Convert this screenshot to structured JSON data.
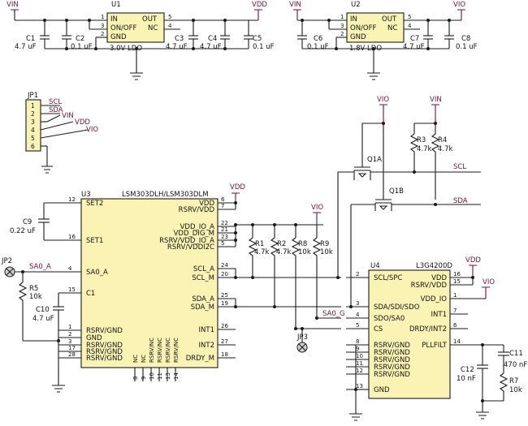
{
  "u1": {
    "ref": "U1",
    "pin_in": "IN",
    "pin_onoff": "ON/OFF",
    "pin_gnd": "GND",
    "pin_out": "OUT",
    "pin_nc": "NC",
    "n1": "1",
    "n2": "2",
    "n3": "3",
    "n5": "5",
    "n4": "4",
    "value": "3.0V LDO",
    "vin": "VIN",
    "vout": "VDD"
  },
  "u2": {
    "ref": "U2",
    "pin_in": "IN",
    "pin_onoff": "ON/OFF",
    "pin_gnd": "GND",
    "pin_out": "OUT",
    "pin_nc": "NC",
    "n1": "1",
    "n2": "2",
    "n3": "3",
    "n5": "5",
    "n4": "4",
    "value": "1.8V LDO",
    "vin": "VIN",
    "vout": "VIO"
  },
  "caps_top": [
    {
      "ref": "C1",
      "val": "4.7 uF"
    },
    {
      "ref": "C2",
      "val": "0.1 uF"
    },
    {
      "ref": "C3",
      "val": "4.7 uF"
    },
    {
      "ref": "C4",
      "val": "4.7 uF"
    },
    {
      "ref": "C5",
      "val": "0.1 uF"
    },
    {
      "ref": "C6",
      "val": "0.1 uF"
    },
    {
      "ref": "C7",
      "val": "4.7 uF"
    },
    {
      "ref": "C8",
      "val": "0.1 uF"
    }
  ],
  "jp1": {
    "ref": "JP1",
    "pins": [
      "1",
      "2",
      "3",
      "4",
      "5",
      "6"
    ],
    "nets": [
      "SCL",
      "SDA",
      "VIN",
      "VDD",
      "VIO"
    ]
  },
  "u3": {
    "ref": "U3",
    "part": "LSM303DLH/LSM303DLM",
    "left": [
      {
        "num": "12",
        "label": "SET2"
      },
      {
        "num": "16",
        "label": "SET1"
      },
      {
        "num": "4",
        "label": "SA0_A"
      },
      {
        "num": "15",
        "label": "C1"
      },
      {
        "num": "1",
        "label": "RSRV/GND"
      },
      {
        "num": "2",
        "label": "GND"
      },
      {
        "num": "3",
        "label": "RSRV/GND"
      },
      {
        "num": "17",
        "label": "RSRV/GND"
      },
      {
        "num": "28",
        "label": "RSRV/GND"
      }
    ],
    "right": [
      {
        "num": "6",
        "label": "VDD"
      },
      {
        "num": "7",
        "label": "RSRV/VDD"
      },
      {
        "num": "22",
        "label": "VDD_IO_A"
      },
      {
        "num": "21",
        "label": "VDD_DIG_M"
      },
      {
        "num": "23",
        "label": "RSRV/VDD_IO_A"
      },
      {
        "num": "5",
        "label": "RSRV/VDDI2C"
      },
      {
        "num": "24",
        "label": "SCL_A"
      },
      {
        "num": "20",
        "label": "SCL_M"
      },
      {
        "num": "25",
        "label": "SDA_A"
      },
      {
        "num": "19",
        "label": "SDA_M"
      },
      {
        "num": "26",
        "label": "INT1"
      },
      {
        "num": "27",
        "label": "INT2"
      },
      {
        "num": "18",
        "label": "DRDY_M"
      }
    ],
    "bottom": [
      {
        "num": "8",
        "label": "NC"
      },
      {
        "num": "9",
        "label": "NC"
      },
      {
        "num": "10",
        "label": "RSRV/NC"
      },
      {
        "num": "11",
        "label": "RSRV/NC"
      },
      {
        "num": "13",
        "label": "RSRV/NC"
      },
      {
        "num": "14",
        "label": "RSRV/NC"
      }
    ]
  },
  "u4": {
    "ref": "U4",
    "part": "L3G4200D",
    "left": [
      {
        "num": "2",
        "label": "SCL/SPC"
      },
      {
        "num": "3",
        "label": "SDA/SDI/SDO"
      },
      {
        "num": "4",
        "label": "SDO/SA0"
      },
      {
        "num": "5",
        "label": "CS"
      },
      {
        "num": "8",
        "label": "RSRV/GND"
      },
      {
        "num": "9",
        "label": "RSRV/GND"
      },
      {
        "num": "10",
        "label": "RSRV/GND"
      },
      {
        "num": "11",
        "label": "RSRV/GND"
      },
      {
        "num": "12",
        "label": "RSRV/GND"
      },
      {
        "num": "13",
        "label": "GND"
      }
    ],
    "right": [
      {
        "num": "16",
        "label": "VDD"
      },
      {
        "num": "15",
        "label": "RSRV/VDD"
      },
      {
        "num": "1",
        "label": "VDD_IO"
      },
      {
        "num": "7",
        "label": "INT1"
      },
      {
        "num": "6",
        "label": "DRDY/INT2"
      },
      {
        "num": "14",
        "label": "PLLFILT"
      }
    ]
  },
  "res": [
    {
      "ref": "R1",
      "val": "4.7k"
    },
    {
      "ref": "R2",
      "val": "4.7k"
    },
    {
      "ref": "R8",
      "val": "10k"
    },
    {
      "ref": "R9",
      "val": "10k"
    },
    {
      "ref": "R3",
      "val": "4.7k"
    },
    {
      "ref": "R4",
      "val": "4.7k"
    },
    {
      "ref": "R5",
      "val": "10k"
    },
    {
      "ref": "R7",
      "val": "10k"
    }
  ],
  "caps_other": [
    {
      "ref": "C9",
      "val": "0.22 uF"
    },
    {
      "ref": "C10",
      "val": "4.7 uF"
    },
    {
      "ref": "C11",
      "val": "470 nF"
    },
    {
      "ref": "C12",
      "val": "10 nF"
    }
  ],
  "q": {
    "q1a": "Q1A",
    "q1b": "Q1B"
  },
  "jumpers": {
    "jp2": "JP2",
    "jp3": "JP3"
  },
  "nets": {
    "scl": "SCL",
    "sda": "SDA",
    "vin": "VIN",
    "vdd": "VDD",
    "vio": "VIO",
    "sa0_a": "SA0_A",
    "sa0_g": "SA0_G"
  }
}
